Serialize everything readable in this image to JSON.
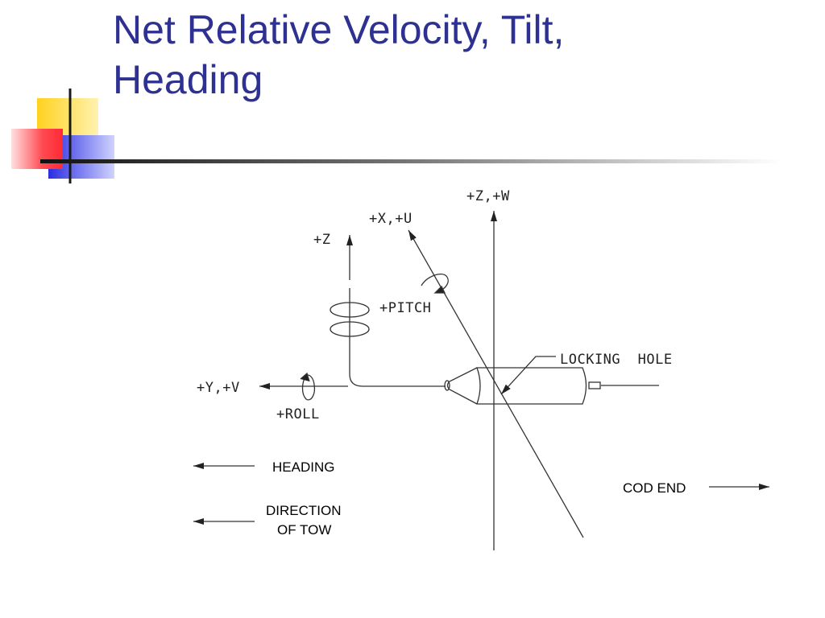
{
  "slide": {
    "title_line1": "Net Relative Velocity, Tilt,",
    "title_line2": "Heading",
    "title_color": "#2e3192"
  },
  "diagram": {
    "label_zw": "+Z,+W",
    "label_xu": "+X,+U",
    "label_z": "+Z",
    "label_pitch": "+PITCH",
    "label_locking_hole": "LOCKING  HOLE",
    "label_yv": "+Y,+V",
    "label_roll": "+ROLL",
    "label_heading": "HEADING",
    "label_direction_line1": "DIRECTION",
    "label_direction_line2": "OF TOW",
    "label_cod_end": "COD END"
  },
  "decoration": {
    "colors": {
      "yellow": "#ffd21f",
      "red": "#ff4a52",
      "blue": "#2a2ee0",
      "rule": "#1a1a1a"
    }
  }
}
